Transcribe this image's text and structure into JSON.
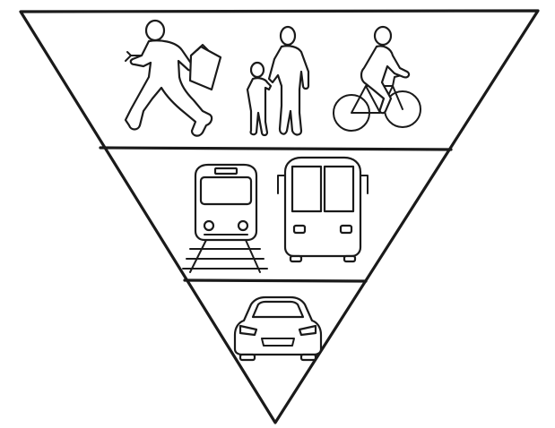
{
  "diagram": {
    "type": "inverted-pyramid",
    "line_color": "#1a1a1a",
    "background": "#ffffff",
    "tiers": [
      {
        "level": 1,
        "icons": [
          "running-person-icon",
          "adult-and-child-walking-icon",
          "cyclist-icon"
        ]
      },
      {
        "level": 2,
        "icons": [
          "train-icon",
          "bus-icon"
        ]
      },
      {
        "level": 3,
        "icons": [
          "car-icon"
        ]
      }
    ]
  }
}
